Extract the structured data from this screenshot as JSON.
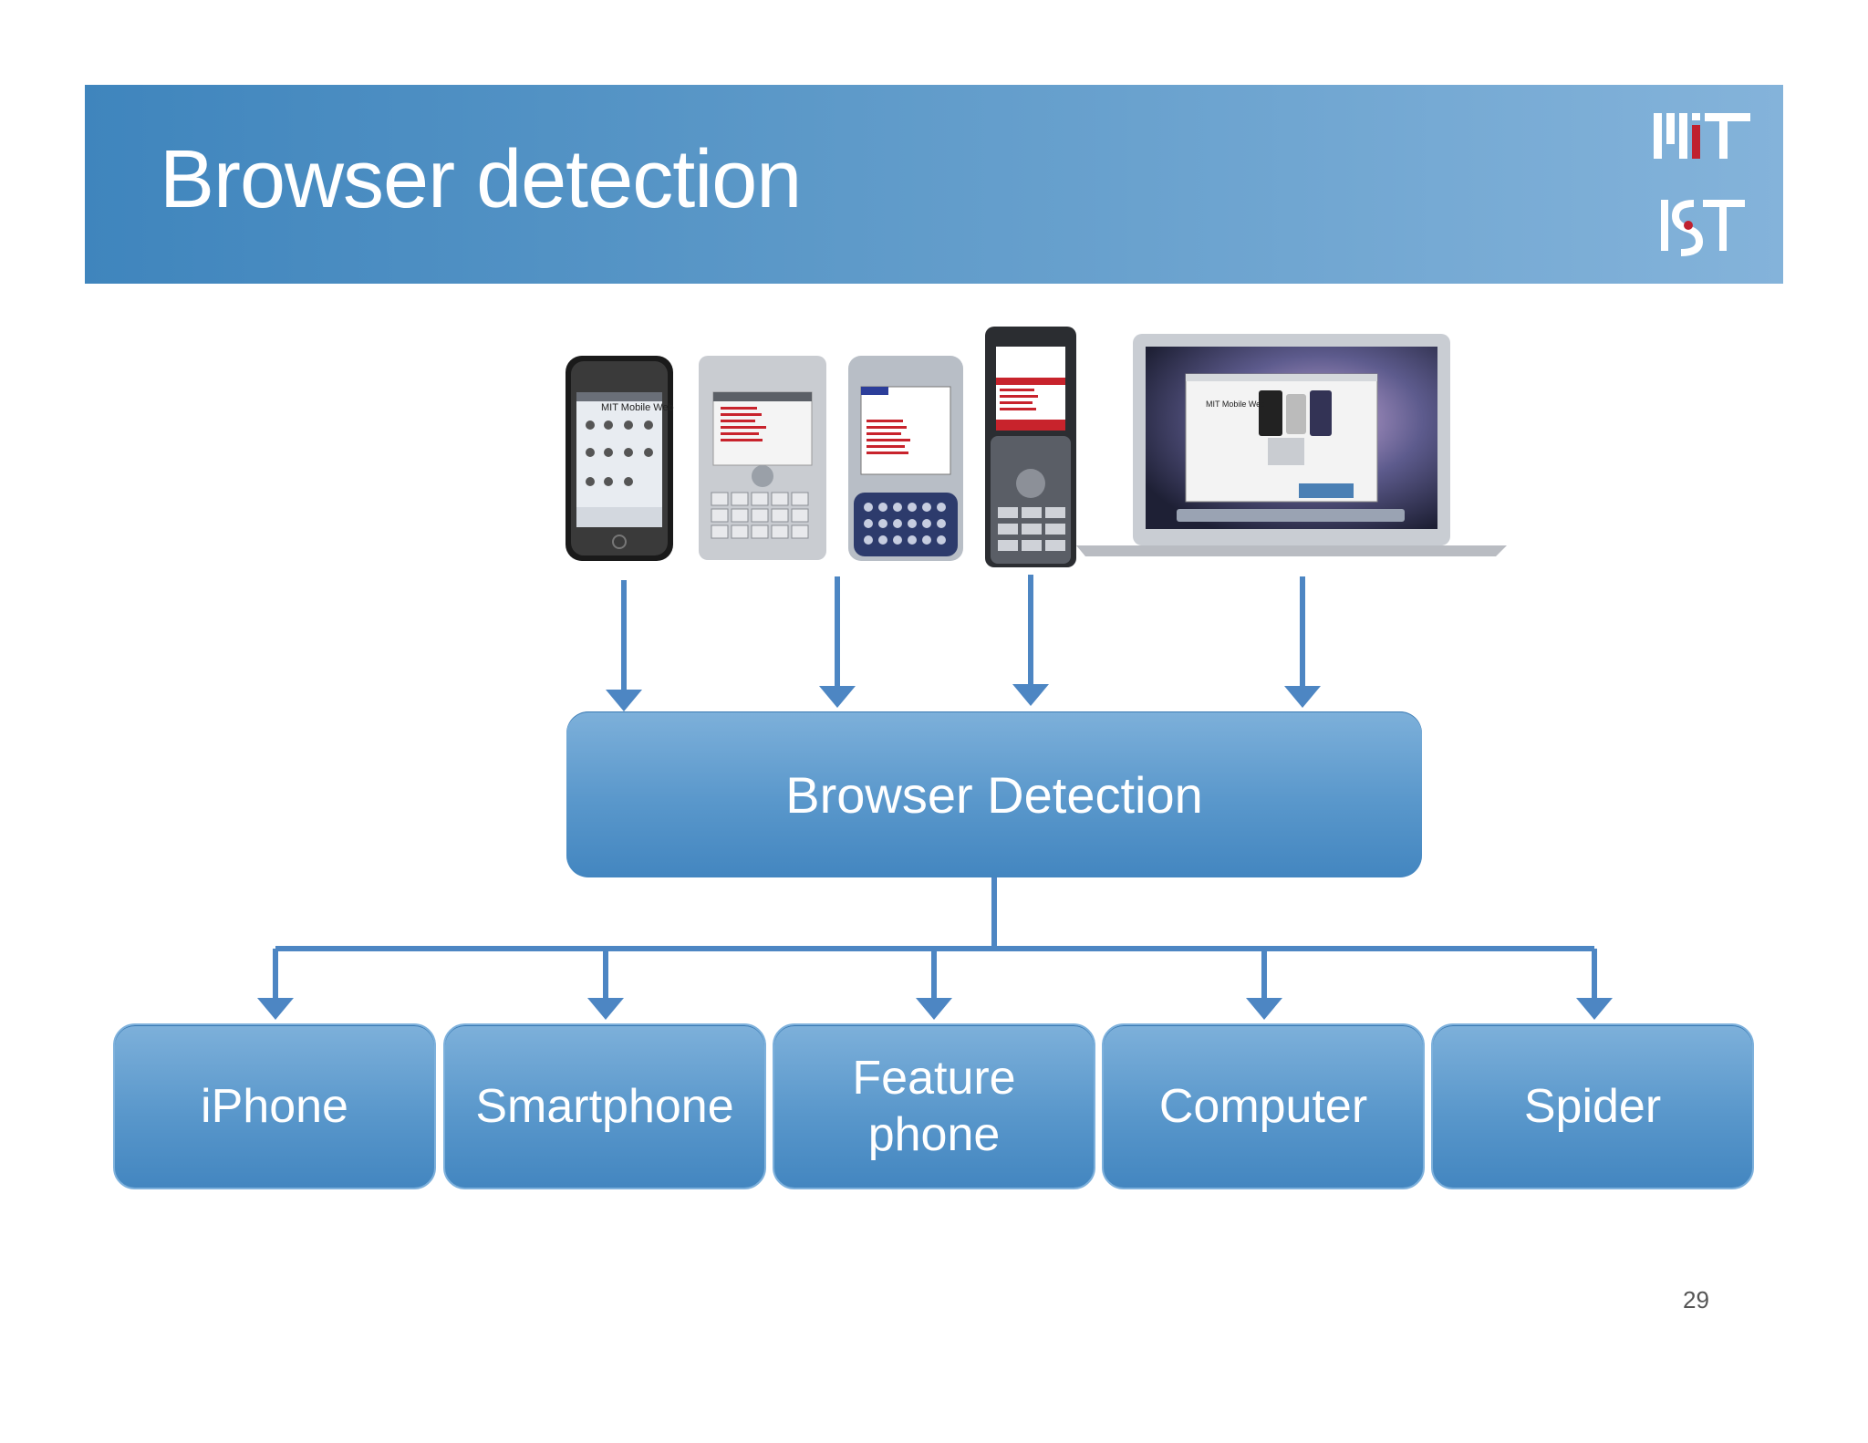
{
  "slide": {
    "title": "Browser detection",
    "page_number": "29",
    "logo": {
      "top": "MIT",
      "bottom": "IST"
    }
  },
  "diagram": {
    "center_node": "Browser Detection",
    "categories": [
      "iPhone",
      "Smartphone",
      "Feature phone",
      "Computer",
      "Spider"
    ]
  },
  "devices": {
    "iphone_screen_title": "MIT Mobile Web",
    "laptop_screen_title": "MIT Mobile Web"
  },
  "colors": {
    "accent": "#4a8ac3",
    "header_light": "#84b3da",
    "arrow": "#4d86c3"
  }
}
